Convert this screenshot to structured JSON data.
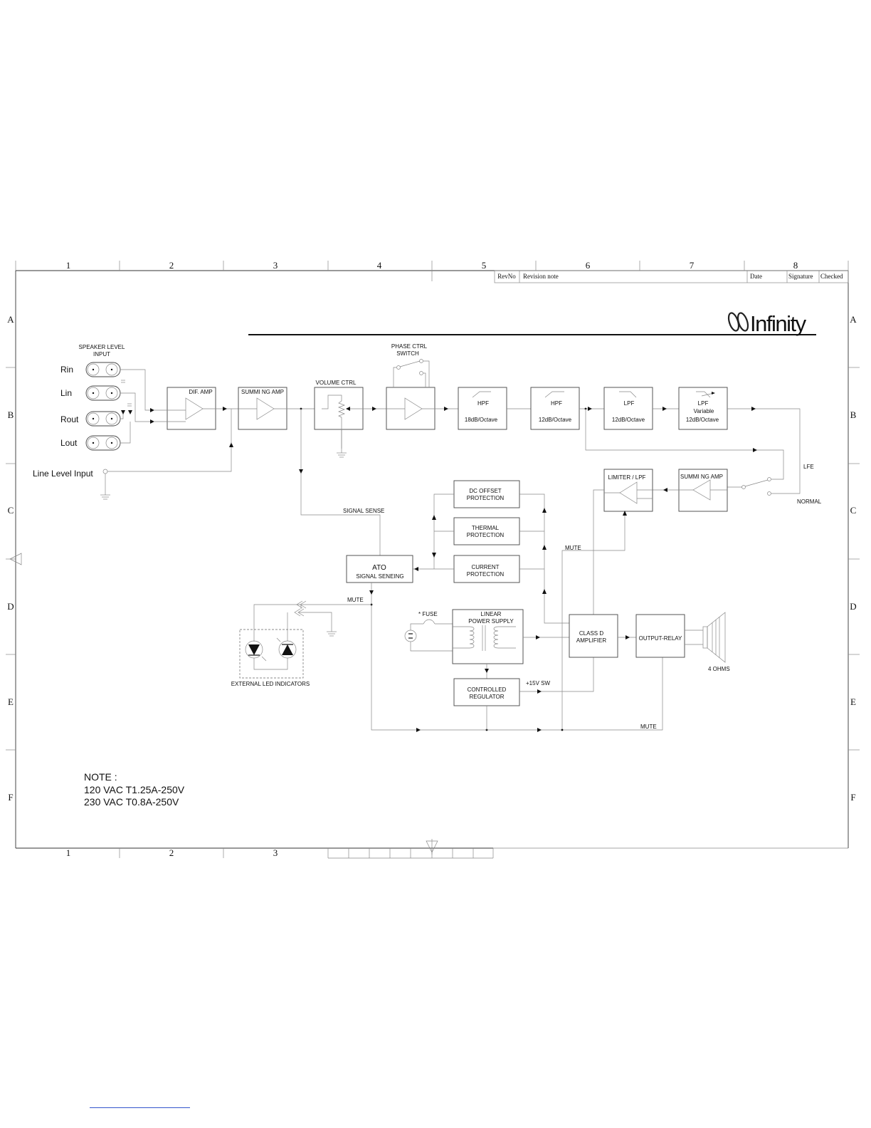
{
  "frame": {
    "columns": [
      "1",
      "2",
      "3",
      "4",
      "5",
      "6",
      "7",
      "8"
    ],
    "bottom_columns": [
      "1",
      "2",
      "3"
    ],
    "rows": [
      "A",
      "B",
      "C",
      "D",
      "E",
      "F"
    ]
  },
  "title_block": {
    "rev_no": "RevNo",
    "revision_note": "Revision note",
    "date": "Date",
    "signature": "Signature",
    "checked": "Checked"
  },
  "logo": {
    "text": "Infinity"
  },
  "inputs": {
    "speaker_level_line1": "SPEAKER LEVEL",
    "speaker_level_line2": "INPUT",
    "rin": "Rin",
    "lin": "Lin",
    "rout": "Rout",
    "lout": "Lout",
    "line_level": "Line Level Input"
  },
  "blocks": {
    "dif_amp": "DIF. AMP",
    "summing_amp_1": "SUMMI NG AMP",
    "volume_ctrl": "VOLUME CTRL",
    "phase_ctrl_line1": "PHASE CTRL",
    "phase_ctrl_line2": "SWITCH",
    "hpf1_title": "HPF",
    "hpf1_slope": "18dB/Octave",
    "hpf2_title": "HPF",
    "hpf2_slope": "12dB/Octave",
    "lpf1_title": "LPF",
    "lpf1_slope": "12dB/Octave",
    "lpf2_title": "LPF",
    "lpf2_variable": "Variable",
    "lpf2_slope": "12dB/Octave",
    "lfe": "LFE",
    "normal": "NORMAL",
    "limiter_lpf": "LIMITER  /  LPF",
    "summing_amp_2": "SUMMI NG AMP",
    "dc_offset_line1": "DC OFFSET",
    "dc_offset_line2": "PROTECTION",
    "thermal_line1": "THERMAL",
    "thermal_line2": "PROTECTION",
    "current_line1": "CURRENT",
    "current_line2": "PROTECTION",
    "signal_sense": "SIGNAL SENSE",
    "ato_line1": "ATO",
    "ato_line2": "SIGNAL SENEING",
    "mute_top": "MUTE",
    "mute_left": "MUTE",
    "mute_bottom": "MUTE",
    "fuse": "* FUSE",
    "psu_line1": "LINEAR",
    "psu_line2": "POWER SUPPLY",
    "class_d_line1": "CLASS  D",
    "class_d_line2": "AMPLIFIER",
    "output_relay": "OUTPUT-RELAY",
    "ohms": "4 OHMS",
    "regulator_line1": "CONTROLLED",
    "regulator_line2": "REGULATOR",
    "plus15": "+15V SW",
    "led_indicators": "EXTERNAL LED INDICATORS"
  },
  "note": {
    "heading": "NOTE :",
    "line1": "120 VAC T1.25A-250V",
    "line2": "230 VAC T0.8A-250V"
  }
}
